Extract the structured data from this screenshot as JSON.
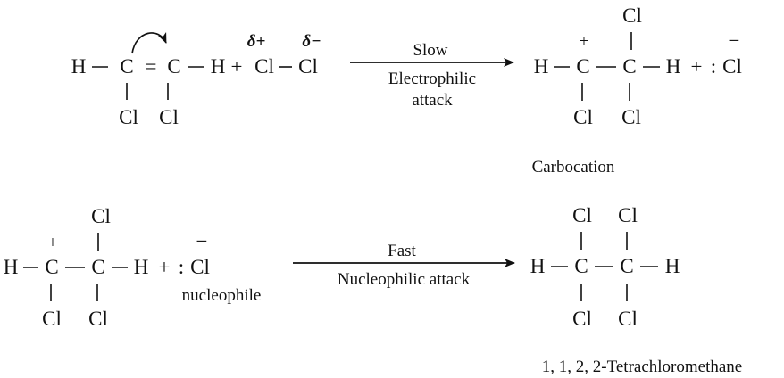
{
  "reaction1": {
    "reactant": {
      "H_left": "H",
      "C1": "C",
      "double_bond": "=",
      "C2": "C",
      "H_right": "H",
      "Cl_C1": "Cl",
      "Cl_C2": "Cl"
    },
    "plus": "+",
    "chlorine": {
      "Cl_a": "Cl",
      "Cl_b": "Cl",
      "delta_plus": "δ+",
      "delta_minus": "δ−"
    },
    "arrow": {
      "above": "Slow",
      "below_line1": "Electrophilic",
      "below_line2": "attack"
    },
    "product": {
      "charge": "+",
      "H_left": "H",
      "C1": "C",
      "C2": "C",
      "H_right": "H",
      "Cl_top": "Cl",
      "Cl_C1": "Cl",
      "Cl_C2": "Cl",
      "plus": "+",
      "colon": ":",
      "Cl_ion": "Cl",
      "Cl_ion_charge": "−",
      "caption": "Carbocation"
    }
  },
  "reaction2": {
    "reactant": {
      "charge": "+",
      "H_left": "H",
      "C1": "C",
      "C2": "C",
      "H_right": "H",
      "Cl_top": "Cl",
      "Cl_C1": "Cl",
      "Cl_C2": "Cl",
      "plus": "+",
      "colon": ":",
      "Cl_ion": "Cl",
      "Cl_ion_charge": "−",
      "nucleophile_label": "nucleophile"
    },
    "arrow": {
      "above": "Fast",
      "below": "Nucleophilic attack"
    },
    "product": {
      "H_left": "H",
      "C1": "C",
      "C2": "C",
      "H_right": "H",
      "Cl_top1": "Cl",
      "Cl_top2": "Cl",
      "Cl_bottom1": "Cl",
      "Cl_bottom2": "Cl",
      "caption": "1, 1, 2, 2-Tetrachloromethane"
    }
  }
}
